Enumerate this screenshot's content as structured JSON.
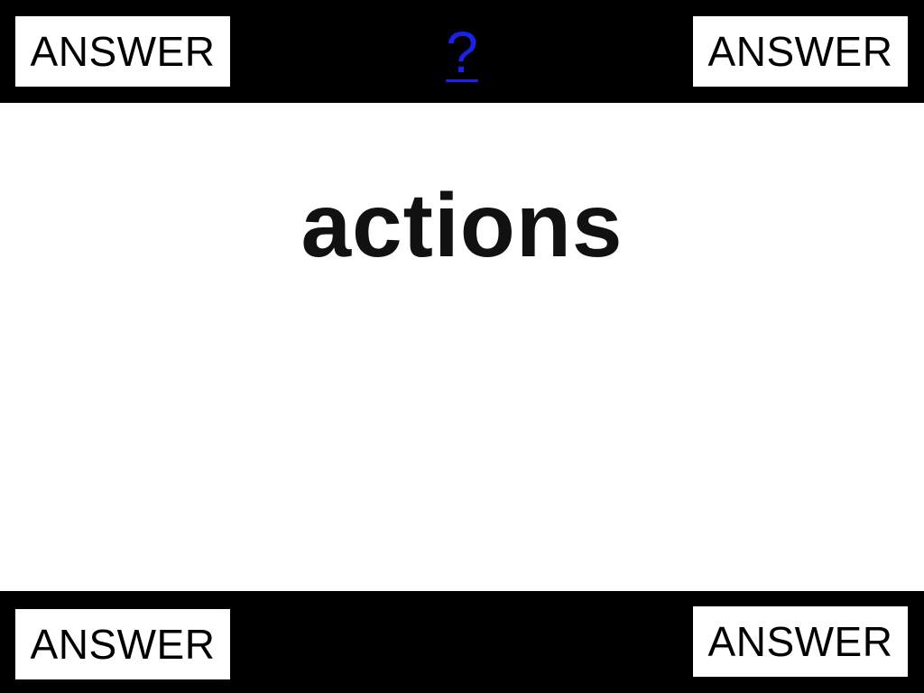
{
  "header": {
    "help_label": "?"
  },
  "answers": {
    "top_left": "ANSWER",
    "top_right": "ANSWER",
    "bottom_left": "ANSWER",
    "bottom_right": "ANSWER"
  },
  "main": {
    "word": "actions"
  },
  "colors": {
    "bar": "#000000",
    "background": "#ffffff",
    "link": "#1a22e8"
  }
}
